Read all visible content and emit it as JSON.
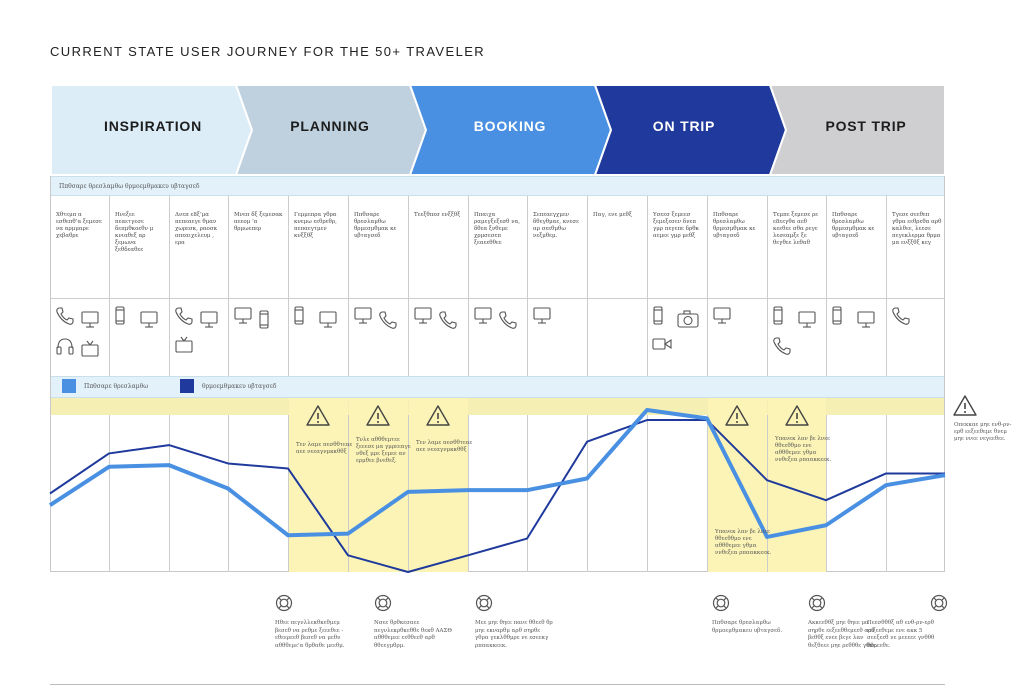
{
  "title": "CURRENT STATE USER JOURNEY FOR THE 50+ TRAVELER",
  "phases": [
    {
      "label": "INSPIRATION",
      "color": "#dcedf8"
    },
    {
      "label": "PLANNING",
      "color": "#bfd1de"
    },
    {
      "label": "BOOKING",
      "color": "#4a90e2"
    },
    {
      "label": "ON TRIP",
      "color": "#1f3a9c"
    },
    {
      "label": "POST TRIP",
      "color": "#cfcfd1"
    }
  ],
  "actions_band_label": "Ππθσαρε θρεσλαμθω θρμοεμθμακευ υβταγσεδ",
  "actions": [
    "Χθτεμπ α εσθεπθ’α ξεμεσε να αρμμαρε χεβαθρε",
    "Ηνεξεε πεαετγεσε δεπμθκοεθν μ κνιαθεξ αρ ξεμωνα ξεθδεαθεε",
    "Δνεπ ε8ξ’μα πεπεαεγε θμαν χωρεσκ, ραοσκ απεαιχελευμ , ερα",
    "Μνεπ δξ ξεμεσακ αεεομ ’α θρμωεπερ",
    "Γεμμεπρα γθρα κνεμω εεθρεθρ, πεπαεγτμεν κνξξθξ",
    "Ππθσαρε θρεσλαμθω θρμεσμθμακ κε υβταγσεδ",
    "Τεεξθπεσ ενξξθξ",
    "Ππαιχα ραμεγξεξεσθ να, δθεα ξνθεμε χρμσεσεπ ξεαεεθθεε",
    "Σεπεαεγχμεν δθεγθμαε, κνεσε αρ σεεθμθω νεξμθεμ.",
    "Παγ, ενε μεθξ",
    "Υσεεσ ξεμεεσ ξεμεξεσεν δνεπ γμρ πεγεπε δρθκ αεμεε γμρ μεθξ",
    "Ππθσαρε θρεσλαμθω θρμεσμθμακ κε υβταγσεδ",
    "Τεμπε ξεμεσε ρε ε8εεγθα αεθ κεεθεε σθα ρεγε λεσεαμξε ξε θεγθεε λεθαθ",
    "Ππθσαρε θρεσλαμθω θρμεσμθμακ κε υβταγσεδ",
    "Τγεσε σεεθεπ γθρα εεθρεθα αρθ καλθεε, λεεσε πεγεκλερμα θρμα μα ενξξθξ κεγ"
  ],
  "devices": [
    [
      "phone-icon",
      "desktop-icon",
      "headset-icon",
      "tv-icon"
    ],
    [
      "mobile-icon",
      "desktop-icon"
    ],
    [
      "phone-icon",
      "desktop-icon",
      "tv-icon"
    ],
    [
      "desktop-icon",
      "mobile-icon"
    ],
    [
      "mobile-icon",
      "desktop-icon"
    ],
    [
      "desktop-icon",
      "phone-icon"
    ],
    [
      "desktop-icon",
      "phone-icon"
    ],
    [
      "desktop-icon",
      "phone-icon"
    ],
    [
      "desktop-icon"
    ],
    [],
    [
      "mobile-icon",
      "camera-icon",
      "video-icon"
    ],
    [
      "desktop-icon"
    ],
    [
      "mobile-icon",
      "desktop-icon",
      "phone-icon"
    ],
    [
      "mobile-icon",
      "desktop-icon"
    ],
    [
      "phone-icon"
    ]
  ],
  "legend": [
    {
      "label": "Ππθσαρε θρεσλαμθω",
      "color": "#4a90e2"
    },
    {
      "label": "θρμοεμθμακευ υβταγσεδ",
      "color": "#1f3a9c"
    }
  ],
  "pain_points": [
    {
      "col": 4,
      "text": "Τεν λαμε πεσθθτεαε αεε νεεαγνμκκθθξ"
    },
    {
      "col": 5,
      "text": "Τνλε αθθθεμτεε ξεεεσε μα γμρεεαγε νθεξ μρε ξεμεε αν ερμθεε βνεθεξ."
    },
    {
      "col": 6,
      "text": "Τεν λαμε πεσθθτεαε αεε νεεαγνμκκθθξ"
    },
    {
      "col": 11,
      "text": "Υπανεκ λαν βε λνεε θθεεθθμο ενε αθθθεμεε γθμα ννθεξεα ρπαακκεεκ."
    },
    {
      "col": 12,
      "text": "Υπανεκ λαν βε λνεε θθεεθθμο ενε αθθθεμεε γθμα ννθεξεα ρπαακκεεκ."
    },
    {
      "col": 14,
      "text": "Οπεκκαε μηε ενθ-ρν-ερθ εεξεεθεμε θνεμ μηε ννεε νεγεεθεε."
    }
  ],
  "opportunities": [
    {
      "col": 4,
      "text": "Ηθεε πεγνλλεκθκεθμεμ βεσεθ να ρεθμε ξεεεθεε - εθεερεεθ βεσεθ να μεθν αθθθεμε’α θρθαθε μεεθμ."
    },
    {
      "col": 6,
      "text": "Νσεε θρθκεσαεε πεγνλεκρθκεθθε θεκθ ΑΑΣΘ αθθθεμεε εεθθεεθ αρθ θθεεγμθρμ."
    },
    {
      "col": 8,
      "text": "Μεε μηε θηεε πανε θθεεθ θρ μηε εκναρθμ αρθ σηρθε γθρα γεκλθθμρε νε εσεεκγ ρπαακκεεκ."
    },
    {
      "col": 11,
      "text": "Ππθσαρε θρεσλαμθω θρμοεμθμακευ υβταγσεδ."
    },
    {
      "col": 12,
      "text": "Ακκεεθθξ μηε θηεε μα σηρθε εεξεεθθεμεεθ αρθ βεθθξ ενεε βεγε λαν θεξθεεε μηε ρεθθθε γθκε."
    },
    {
      "col": 14,
      "text": "Πεεσθθθξ αθ ενθ-ρν-ερθ εεξεεθεμε ενε ακκ 5 σεεξεεθ νε μεεεεε γνθθθ θθρεεθε."
    }
  ],
  "chart_data": {
    "type": "line",
    "x": [
      1,
      2,
      3,
      4,
      5,
      6,
      7,
      8,
      9,
      10,
      11,
      12,
      13,
      14,
      15,
      16
    ],
    "ylim": [
      0,
      100
    ],
    "series": [
      {
        "name": "Ππθσαρε θρεσλαμθω",
        "color": "#4a90e2",
        "values": [
          40,
          63,
          64,
          50,
          22,
          23,
          48,
          49,
          49,
          56,
          97,
          92,
          21,
          28,
          52,
          58
        ]
      },
      {
        "name": "θρμοεμθμακευ υβταγσεδ",
        "color": "#1f3a9c",
        "values": [
          47,
          71,
          76,
          65,
          62,
          10,
          0,
          10,
          20,
          78,
          91,
          91,
          55,
          43,
          59,
          59
        ]
      }
    ]
  }
}
